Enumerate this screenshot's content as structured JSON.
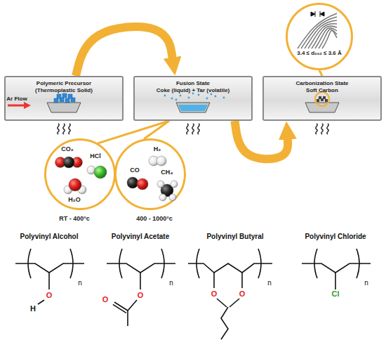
{
  "diagram": {
    "nodes": [
      {
        "text": [
          "Polymeric Precursor",
          "(Thermoplastic Solid)"
        ]
      },
      {
        "text": [
          "Fusion State",
          "Coke (liquid) + Tar (volatile)"
        ]
      },
      {
        "text": [
          "Carbonization State",
          "Soft Carbon"
        ]
      },
      {
        "text": [
          "3.4 ≤ d₀₀₂ ≤ 3.6 Å"
        ]
      },
      {
        "text": [
          "CO₂",
          "HCl",
          "H₂O"
        ]
      },
      {
        "text": [
          "H₂",
          "CO",
          "CH₄"
        ]
      }
    ],
    "edges": [
      {
        "from": 0,
        "to": 1,
        "arrow": "to"
      },
      {
        "from": 1,
        "to": 2,
        "arrow": "to"
      },
      {
        "from": 1,
        "to": 4,
        "arrow": "none"
      },
      {
        "from": 1,
        "to": 5,
        "arrow": "none"
      },
      {
        "from": 2,
        "to": 3,
        "arrow": "none"
      }
    ],
    "labels": [
      "Ar Flow",
      "RT - 400°c",
      "400 - 1000°c",
      "Polyvinyl Alcohol",
      "Polyvinyl Acetate",
      "Polyvinyl Butyral",
      "Polyvinyl Chloride",
      "n",
      "O",
      "H",
      "n",
      "O",
      "O",
      "n",
      "O",
      "O",
      "n",
      "Cl"
    ]
  }
}
